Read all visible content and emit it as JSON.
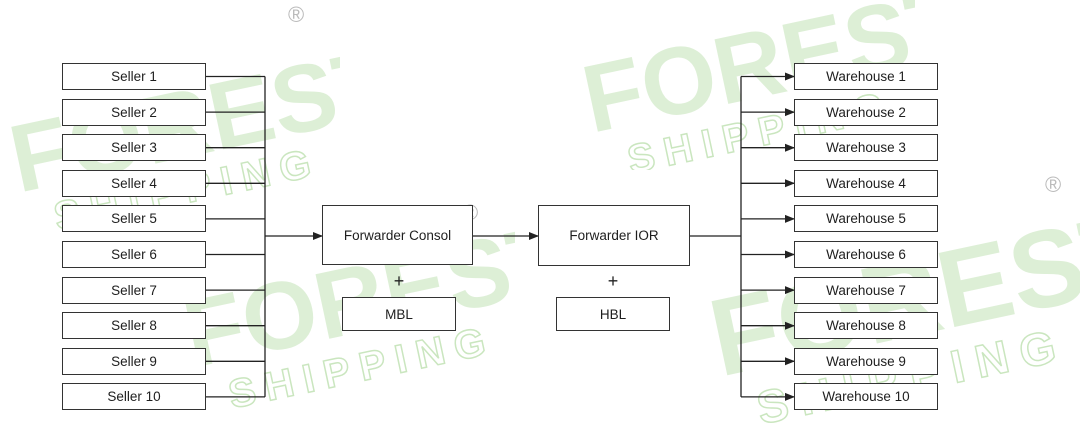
{
  "watermark": {
    "brand": "FOREST",
    "sub": "SHIPPING",
    "mark": "®",
    "color": "#9fd18a"
  },
  "sellers": [
    "Seller 1",
    "Seller 2",
    "Seller 3",
    "Seller 4",
    "Seller 5",
    "Seller 6",
    "Seller 7",
    "Seller 8",
    "Seller 9",
    "Seller 10"
  ],
  "warehouses": [
    "Warehouse 1",
    "Warehouse 2",
    "Warehouse 3",
    "Warehouse 4",
    "Warehouse 5",
    "Warehouse 6",
    "Warehouse 7",
    "Warehouse 8",
    "Warehouse 9",
    "Warehouse 10"
  ],
  "middle": {
    "consol": "Forwarder Consol",
    "ior": "Forwarder IOR",
    "plus": "+",
    "mbl": "MBL",
    "hbl": "HBL"
  }
}
